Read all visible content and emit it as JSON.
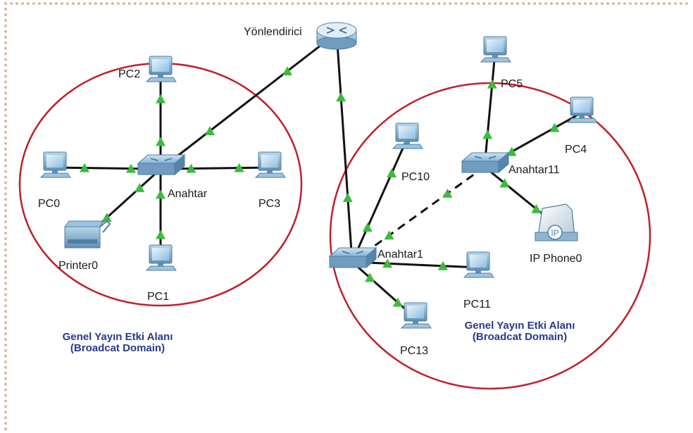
{
  "colors": {
    "domain_circle": "#c0202a",
    "link": "#111111",
    "link_indicator": "#3dbb3d",
    "domain_text": "#283a8c",
    "device_blue": "#7fb3d9"
  },
  "devices": {
    "router": {
      "name": "Yönlendirici",
      "icon": "router-icon"
    },
    "switch0": {
      "name": "Anahtar",
      "icon": "switch-icon"
    },
    "switch1": {
      "name": "Anahtar1",
      "icon": "switch-icon"
    },
    "switch11": {
      "name": "Anahtar11",
      "icon": "switch-icon"
    },
    "pc0": {
      "name": "PC0",
      "icon": "pc-icon"
    },
    "pc1": {
      "name": "PC1",
      "icon": "pc-icon"
    },
    "pc2": {
      "name": "PC2",
      "icon": "pc-icon"
    },
    "pc3": {
      "name": "PC3",
      "icon": "pc-icon"
    },
    "pc4": {
      "name": "PC4",
      "icon": "pc-icon"
    },
    "pc5": {
      "name": "PC5",
      "icon": "pc-icon"
    },
    "pc10": {
      "name": "PC10",
      "icon": "pc-icon"
    },
    "pc11": {
      "name": "PC11",
      "icon": "pc-icon"
    },
    "pc13": {
      "name": "PC13",
      "icon": "pc-icon"
    },
    "printer0": {
      "name": "Printer0",
      "icon": "printer-icon"
    },
    "ipphone0": {
      "name": "IP Phone0",
      "icon": "ip-phone-icon",
      "badge": "IP"
    }
  },
  "links": [
    {
      "from": "router",
      "to": "switch0",
      "style": "solid"
    },
    {
      "from": "router",
      "to": "switch1",
      "style": "solid"
    },
    {
      "from": "switch0",
      "to": "pc0",
      "style": "solid"
    },
    {
      "from": "switch0",
      "to": "pc1",
      "style": "solid"
    },
    {
      "from": "switch0",
      "to": "pc2",
      "style": "solid"
    },
    {
      "from": "switch0",
      "to": "pc3",
      "style": "solid"
    },
    {
      "from": "switch0",
      "to": "printer0",
      "style": "solid"
    },
    {
      "from": "switch1",
      "to": "pc10",
      "style": "solid"
    },
    {
      "from": "switch1",
      "to": "pc11",
      "style": "solid"
    },
    {
      "from": "switch1",
      "to": "pc13",
      "style": "solid"
    },
    {
      "from": "switch1",
      "to": "switch11",
      "style": "dashed"
    },
    {
      "from": "switch11",
      "to": "pc4",
      "style": "solid"
    },
    {
      "from": "switch11",
      "to": "pc5",
      "style": "solid"
    },
    {
      "from": "switch11",
      "to": "ipphone0",
      "style": "solid"
    }
  ],
  "broadcast_domains": [
    {
      "line1": "Genel Yayın Etki Alanı",
      "line2": "(Broadcat Domain)"
    },
    {
      "line1": "Genel Yayın Etki Alanı",
      "line2": "(Broadcat Domain)"
    }
  ]
}
